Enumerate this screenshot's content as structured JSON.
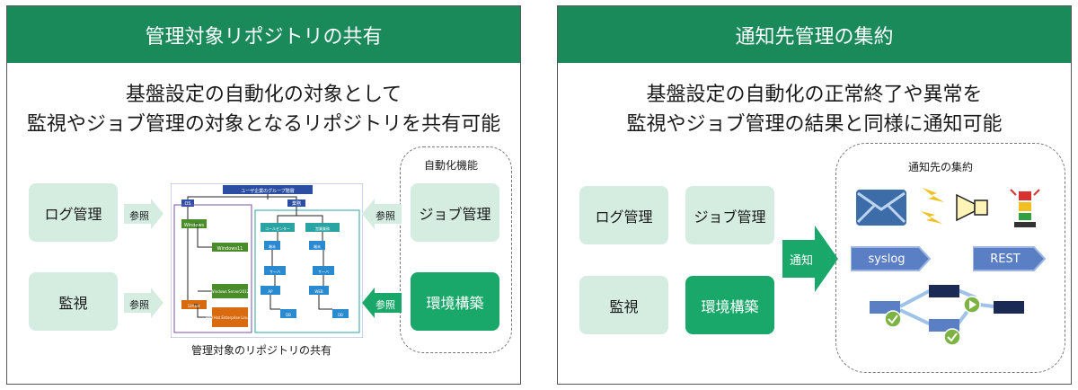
{
  "left": {
    "title": "管理対象リポジトリの共有",
    "headline_line1": "基盤設定の自動化の対象として",
    "headline_line2": "監視やジョブ管理の対象となるリポジトリを共有可能",
    "log_label": "ログ管理",
    "monitor_label": "監視",
    "ref_label_1": "参照",
    "ref_label_2": "参照",
    "ref_label_3": "参照",
    "ref_label_4": "参照",
    "automation_title": "自動化機能",
    "job_label": "ジョブ管理",
    "env_label": "環境構築",
    "diagram_caption": "管理対象のリポジトリの共有",
    "diagram": {
      "top": "ユーザ企業のグループ階層",
      "os": "OS",
      "work": "業務",
      "windows": "Windows",
      "win11": "Windows11",
      "winsrv": "Windows Server2012",
      "linux": "Linux",
      "rhel": "Red Hat Enterprise Linux 8",
      "callcenter": "コールセンター",
      "sales": "営業業務",
      "terminal1": "端末",
      "terminal2": "端末",
      "server1": "サーバ",
      "server2": "サーバ",
      "ap": "AP",
      "web": "WEB",
      "db1": "DB",
      "db2": "DB"
    }
  },
  "right": {
    "title": "通知先管理の集約",
    "headline_line1": "基盤設定の自動化の正常終了や異常を",
    "headline_line2": "監視やジョブ管理の結果と同様に通知可能",
    "log_label": "ログ管理",
    "job_label": "ジョブ管理",
    "monitor_label": "監視",
    "env_label": "環境構築",
    "notify_label": "通知",
    "notify_group_title": "通知先の集約",
    "syslog_label": "syslog",
    "rest_label": "REST",
    "icons": [
      "mail-icon",
      "speaker-icon",
      "signal-tower-icon",
      "workflow-icon"
    ]
  },
  "colors": {
    "header_green": "#1a8a5a",
    "light_green": "#d5ece1",
    "dark_green": "#1aa86a",
    "navy": "#1b2a55",
    "blue_tag": "#5b7fc4"
  }
}
